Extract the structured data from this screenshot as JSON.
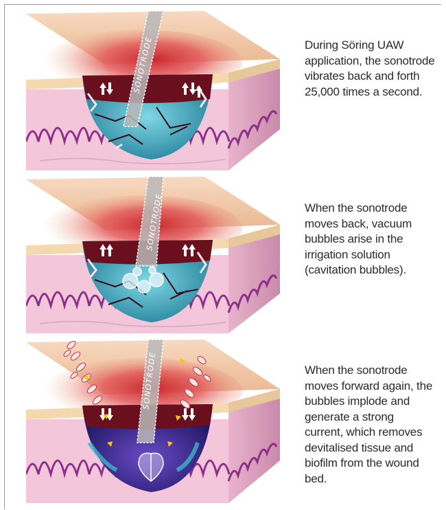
{
  "steps": [
    {
      "probe_label": "SONOTRODE",
      "caption": "During Söring UAW application, the sonotrode vibrates back and forth 25,000 times a second."
    },
    {
      "probe_label": "SONOTRODE",
      "caption": "When the sonotrode moves back, vacuum bubbles arise in the irrigation solution (cavitation bubbles)."
    },
    {
      "probe_label": "SONOTRODE",
      "caption": "When the sonotrode moves forward again, the bubbles implode and generate a strong current, which removes devitalised tissue and biofilm from the wound bed."
    }
  ],
  "colors": {
    "skin_top": "#f2c9a8",
    "inflammation": "#d83a3a",
    "dermis": "#f2c4d8",
    "dermis_side": "#d79ab8",
    "papillae": "#8b2f8a",
    "wound_fluid": "#3fb5c8",
    "wound_dark": "#5a1020"
  }
}
